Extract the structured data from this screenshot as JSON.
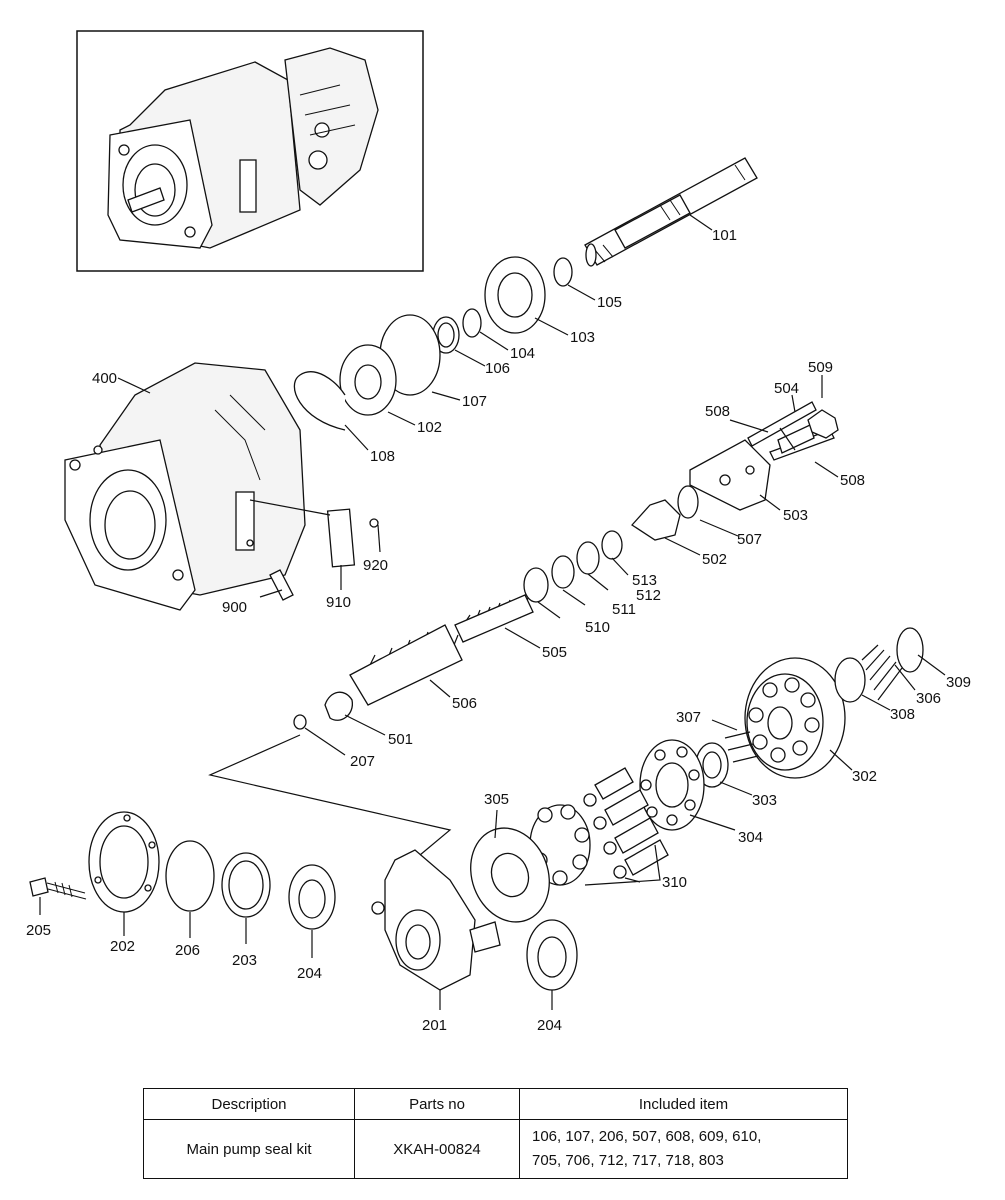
{
  "callouts": [
    {
      "id": "101",
      "label": "101"
    },
    {
      "id": "102",
      "label": "102"
    },
    {
      "id": "103",
      "label": "103"
    },
    {
      "id": "104",
      "label": "104"
    },
    {
      "id": "105",
      "label": "105"
    },
    {
      "id": "106",
      "label": "106"
    },
    {
      "id": "107",
      "label": "107"
    },
    {
      "id": "108",
      "label": "108"
    },
    {
      "id": "201",
      "label": "201"
    },
    {
      "id": "202",
      "label": "202"
    },
    {
      "id": "203",
      "label": "203"
    },
    {
      "id": "204a",
      "label": "204"
    },
    {
      "id": "204b",
      "label": "204"
    },
    {
      "id": "205",
      "label": "205"
    },
    {
      "id": "206",
      "label": "206"
    },
    {
      "id": "207",
      "label": "207"
    },
    {
      "id": "302",
      "label": "302"
    },
    {
      "id": "303",
      "label": "303"
    },
    {
      "id": "304",
      "label": "304"
    },
    {
      "id": "305",
      "label": "305"
    },
    {
      "id": "306",
      "label": "306"
    },
    {
      "id": "307",
      "label": "307"
    },
    {
      "id": "308",
      "label": "308"
    },
    {
      "id": "309",
      "label": "309"
    },
    {
      "id": "310",
      "label": "310"
    },
    {
      "id": "400",
      "label": "400"
    },
    {
      "id": "501",
      "label": "501"
    },
    {
      "id": "502",
      "label": "502"
    },
    {
      "id": "503",
      "label": "503"
    },
    {
      "id": "504",
      "label": "504"
    },
    {
      "id": "505",
      "label": "505"
    },
    {
      "id": "506",
      "label": "506"
    },
    {
      "id": "507",
      "label": "507"
    },
    {
      "id": "508a",
      "label": "508"
    },
    {
      "id": "508b",
      "label": "508"
    },
    {
      "id": "509",
      "label": "509"
    },
    {
      "id": "510",
      "label": "510"
    },
    {
      "id": "511",
      "label": "511"
    },
    {
      "id": "512",
      "label": "512"
    },
    {
      "id": "513",
      "label": "513"
    },
    {
      "id": "900",
      "label": "900"
    },
    {
      "id": "910",
      "label": "910"
    },
    {
      "id": "920",
      "label": "920"
    }
  ],
  "table": {
    "headers": [
      "Description",
      "Parts no",
      "Included item"
    ],
    "rows": [
      {
        "description": "Main pump seal kit",
        "parts_no": "XKAH-00824",
        "included_line1": "106, 107, 206, 507, 608, 609, 610,",
        "included_line2": "705, 706, 712, 717, 718, 803"
      }
    ]
  }
}
